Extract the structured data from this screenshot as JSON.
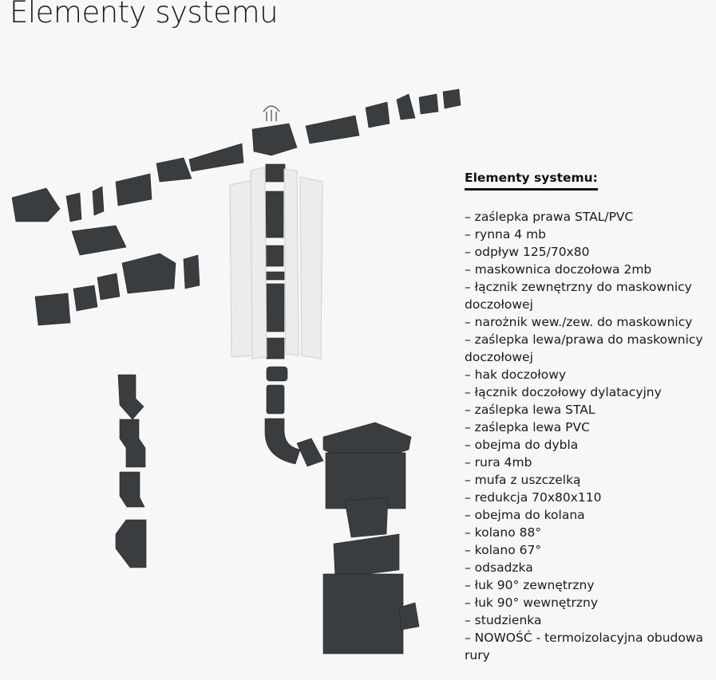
{
  "page": {
    "title": "Elementy systemu"
  },
  "list": {
    "heading": "Elementy systemu:",
    "items": [
      "– zaślepka prawa STAL/PVC",
      "– rynna 4 mb",
      "– odpływ 125/70x80",
      "– maskownica doczołowa 2mb",
      "– łącznik zewnętrzny do maskownicy doczołowej",
      "– narożnik wew./zew. do maskownicy",
      "– zaślepka lewa/prawa do maskownicy doczołowej",
      "– hak doczołowy",
      "– łącznik doczołowy dylatacyjny",
      "– zaślepka lewa STAL",
      "– zaślepka lewa PVC",
      "– obejma do dybla",
      "– rura 4mb",
      "– mufa z uszczelką",
      "– redukcja 70x80x110",
      "– obejma do kolana",
      "– kolano 88°",
      "– kolano 67°",
      "– odsadzka",
      "– łuk 90° zewnętrzny",
      "– łuk 90° wewnętrzny",
      "– studzienka",
      "– NOWOŚĆ - termoizolacyjna obudowa rury"
    ]
  },
  "colors": {
    "background": "#f7f7f7",
    "part": "#3a3d40",
    "panel": "#ececea"
  }
}
